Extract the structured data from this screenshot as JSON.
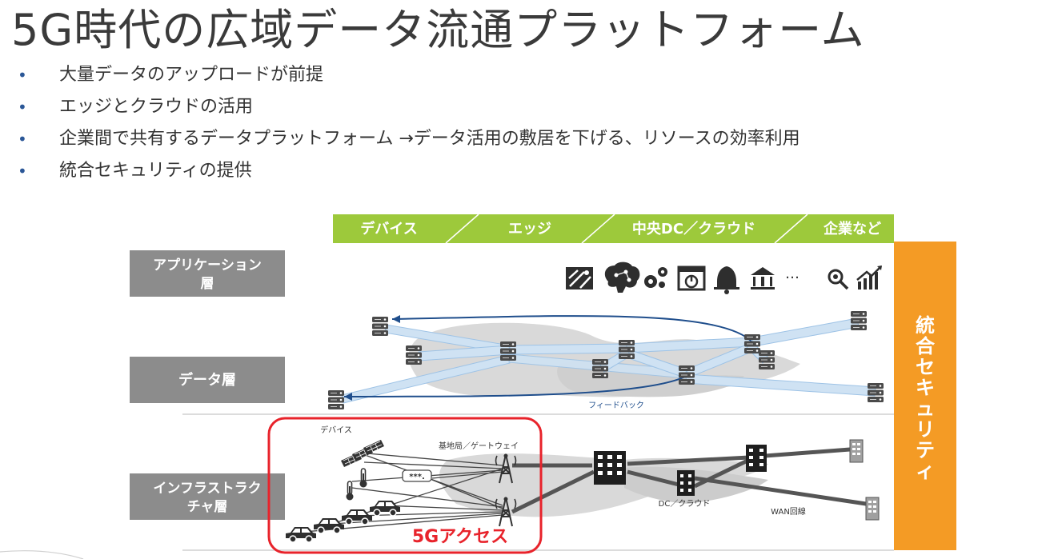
{
  "slide": {
    "title": "5G時代の広域データ流通プラットフォーム",
    "bullets": [
      "大量データのアップロードが前提",
      "エッジとクラウドの活用",
      "企業間で共有するデータプラットフォーム →データ活用の敷居を下げる、リソースの効率利用",
      "統合セキュリティの提供"
    ]
  },
  "diagram": {
    "columns": [
      "デバイス",
      "エッジ",
      "中央DC／クラウド",
      "企業など"
    ],
    "layers": {
      "application": [
        "アプリケーション",
        "層"
      ],
      "data": "データ層",
      "infra": [
        "インフラストラク",
        "チャ層"
      ]
    },
    "security": "統合セキュリティ",
    "security_chars": [
      "統",
      "合",
      "セ",
      "キ",
      "ュ",
      "リ",
      "テ",
      "ィ"
    ],
    "app_ellipsis": "…",
    "labels": {
      "feedback": "フィードバック",
      "devices": "デバイス",
      "basestation": "基地局／ゲートウェイ",
      "dc_cloud": "DC／クラウド",
      "wan": "WAN回線",
      "fiveg": "5Gアクセス",
      "sensor_reading": "***."
    },
    "colors": {
      "header_green": "#9dc93b",
      "layer_gray": "#8c8c8c",
      "security_orange": "#f49b25",
      "pipe_blue": "#cfe2f3",
      "feedback_blue": "#1f4e8c",
      "highlight_red": "#e8232b"
    }
  }
}
